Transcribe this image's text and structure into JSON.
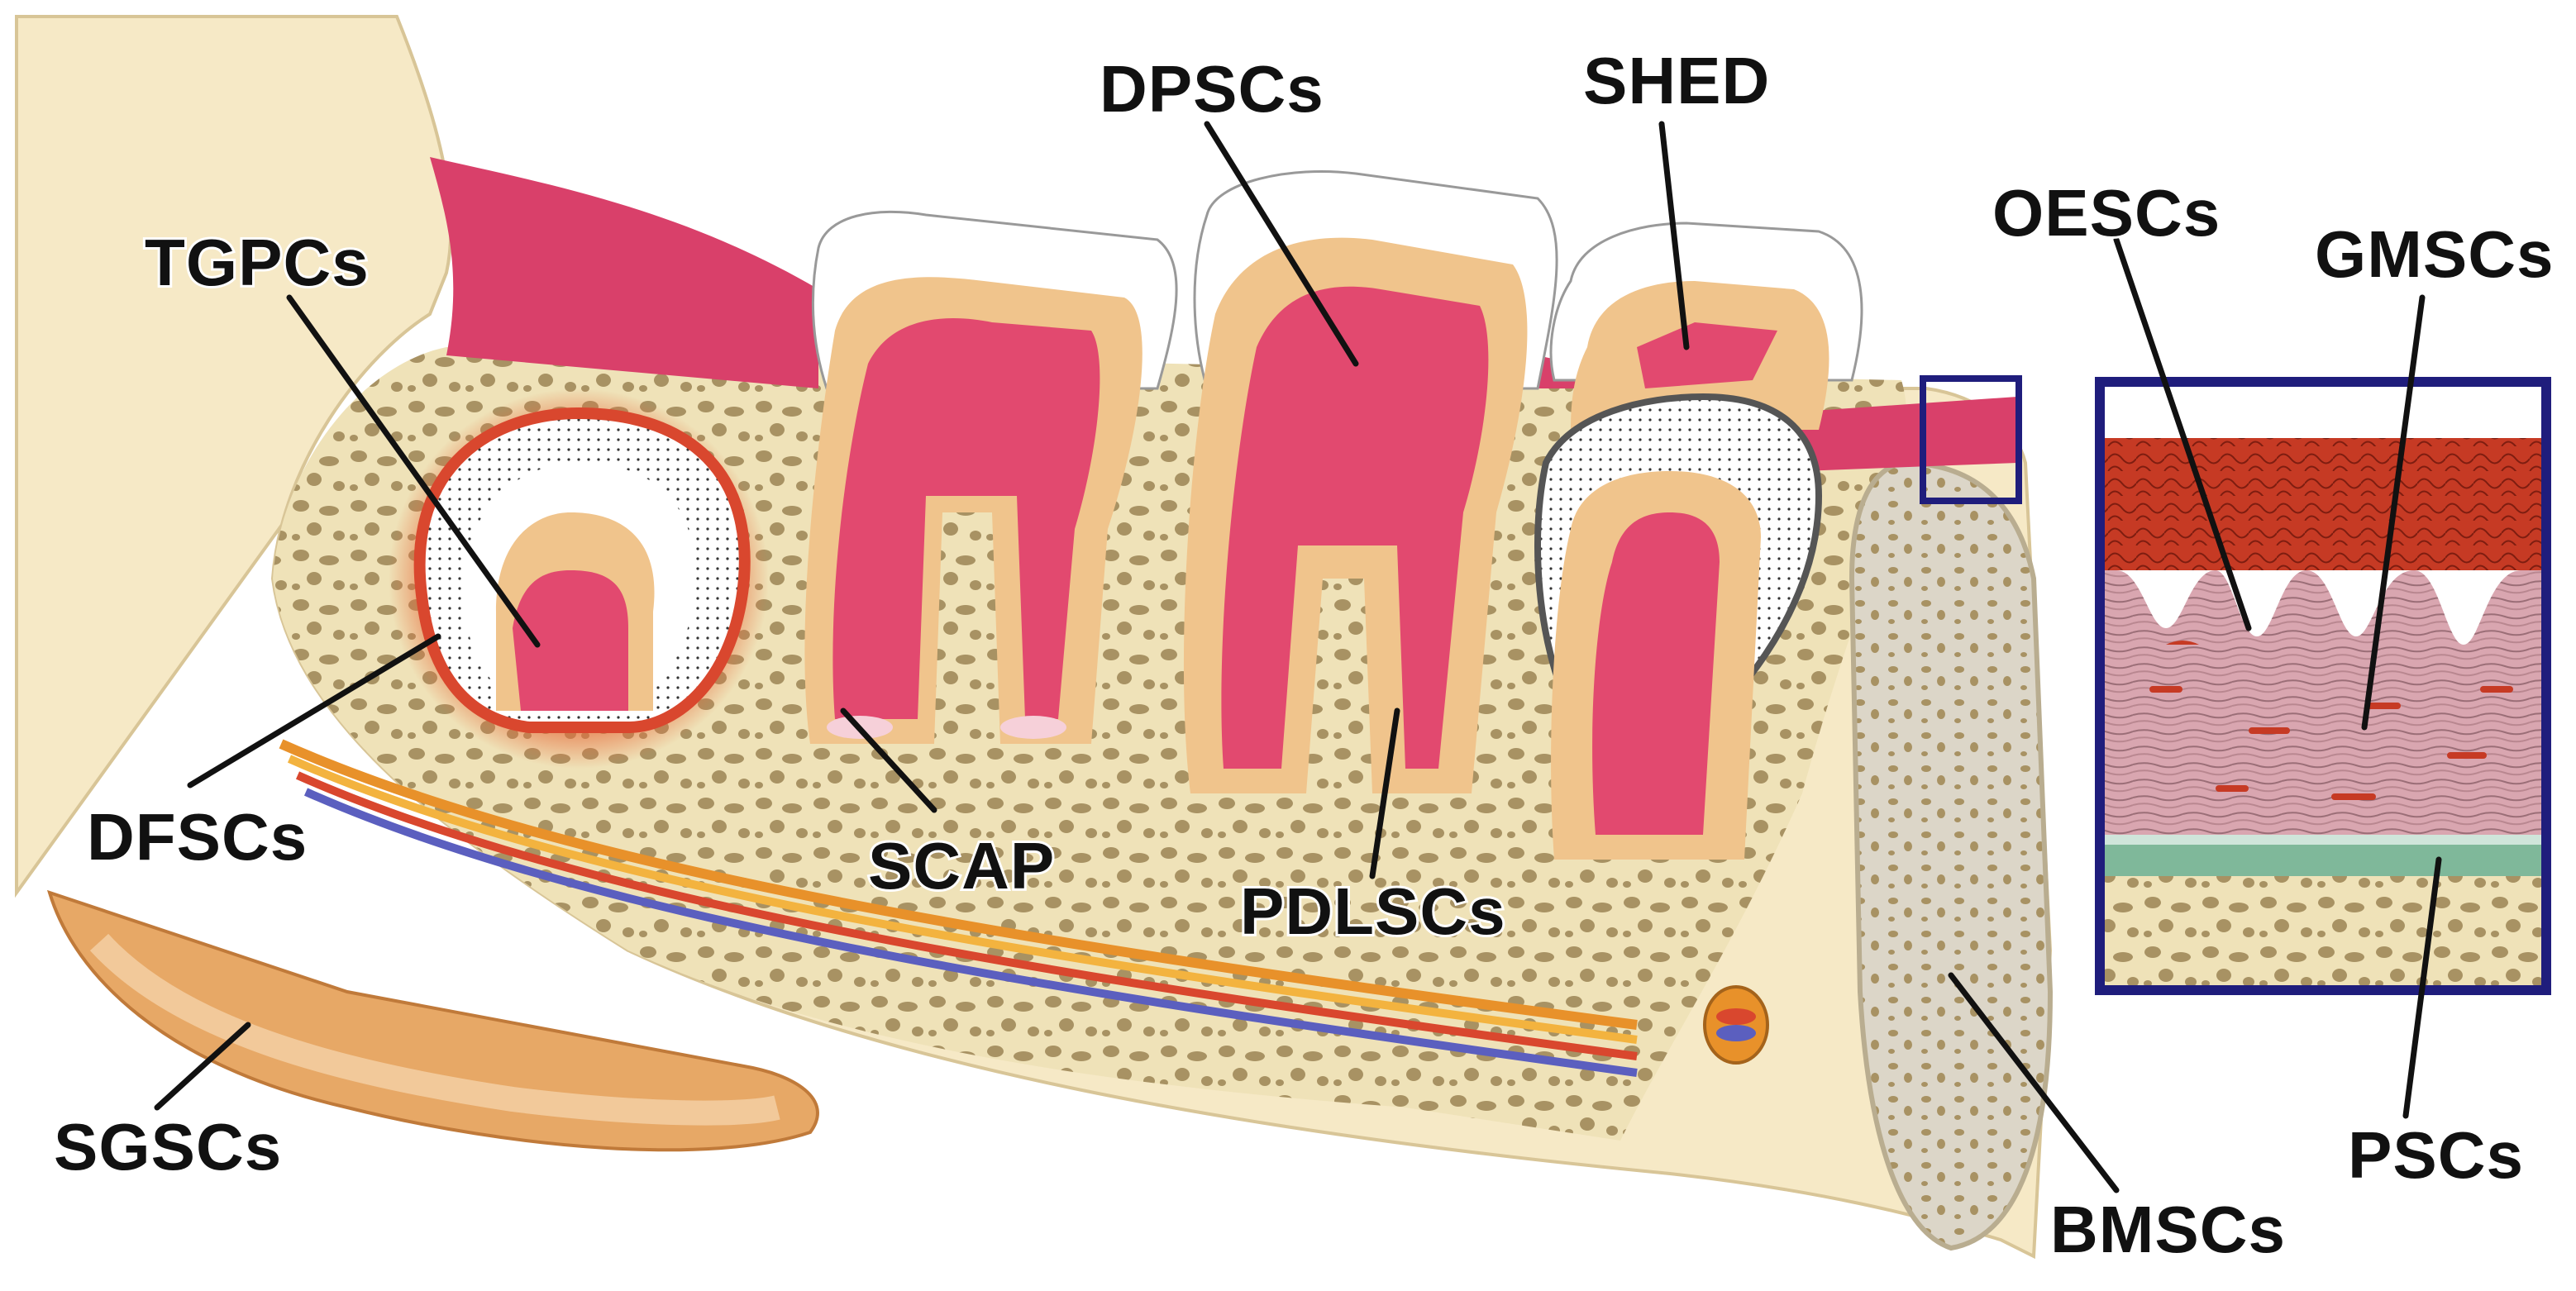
{
  "labels": {
    "tgpcs": "TGPCs",
    "dpscs": "DPSCs",
    "shed": "SHED",
    "oescs": "OESCs",
    "gmscs": "GMSCs",
    "dfscs": "DFSCs",
    "scap": "SCAP",
    "pdlscs": "PDLSCs",
    "sgscs": "SGSCs",
    "bmscs": "BMSCs",
    "pscs": "PSCs"
  },
  "colors": {
    "bone_cream": "#f6e9c6",
    "trabecular": "#a89263",
    "gum": "#d9406a",
    "pulp": "#e2496f",
    "dentin": "#f0c48c",
    "enamel": "#ffffff",
    "epithelium": "#c63a24",
    "inset_frame": "#1f1d7c",
    "salivary": "#e7a866"
  }
}
